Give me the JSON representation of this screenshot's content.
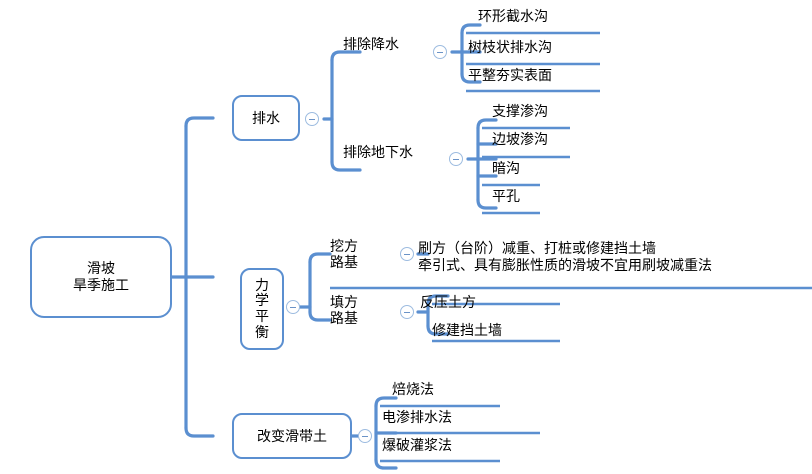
{
  "diagram": {
    "type": "mind-map",
    "title": "滑坡旱季施工",
    "accent_color": "#5B8FD0",
    "node_border_color": "#5B8FD0",
    "text_color": "#000000",
    "background_color": "#FFFFFF",
    "collapse_icon": "minus-circle-icon"
  },
  "root": {
    "label": "滑坡\n旱季施工"
  },
  "branches": [
    {
      "id": "drainage",
      "label": "排水",
      "collapse": "−",
      "subbranches": [
        {
          "id": "surface-water",
          "label": "排除降水",
          "collapse": "−",
          "leaves": [
            {
              "label": "环形截水沟"
            },
            {
              "label": "树枝状排水沟"
            },
            {
              "label": "平整夯实表面"
            }
          ]
        },
        {
          "id": "ground-water",
          "label": "排除地下水",
          "collapse": "−",
          "leaves": [
            {
              "label": "支撑渗沟"
            },
            {
              "label": "边坡渗沟"
            },
            {
              "label": "暗沟"
            },
            {
              "label": "平孔"
            }
          ]
        }
      ]
    },
    {
      "id": "mechanical-balance",
      "label": "力\n学\n平\n衡",
      "collapse": "−",
      "subbranches": [
        {
          "id": "cut-subgrade",
          "label": "挖方\n路基",
          "collapse": "−",
          "leaves": [
            {
              "label": "刷方（台阶）减重、打桩或修建挡土墙\n牵引式、具有膨胀性质的滑坡不宜用刷坡减重法"
            }
          ]
        },
        {
          "id": "fill-subgrade",
          "label": "填方\n路基",
          "collapse": "−",
          "leaves": [
            {
              "label": "反压土方"
            },
            {
              "label": "修建挡土墙"
            }
          ]
        }
      ]
    },
    {
      "id": "slip-soil",
      "label": "改变滑带土",
      "collapse": "−",
      "subbranches": [
        {
          "id": "slip-soil-methods",
          "label": "",
          "collapse": "",
          "leaves": [
            {
              "label": "焙烧法"
            },
            {
              "label": "电渗排水法"
            },
            {
              "label": "爆破灌浆法"
            }
          ]
        }
      ]
    }
  ]
}
